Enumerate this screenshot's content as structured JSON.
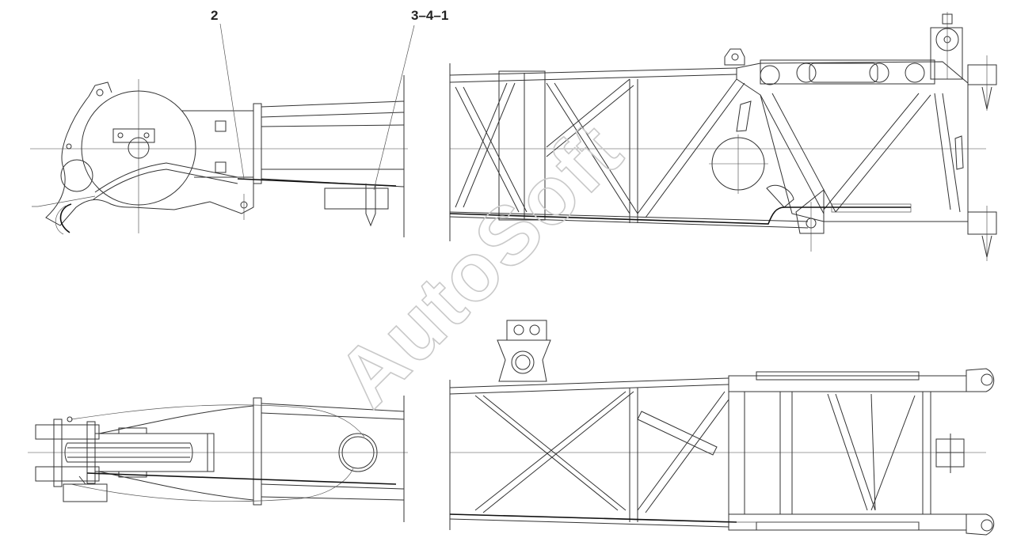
{
  "drawing": {
    "callouts": [
      {
        "id": "callout-2",
        "text": "2"
      },
      {
        "id": "callout-3-4-1",
        "text": "3–4–1"
      }
    ],
    "watermark": "AutoSoft"
  }
}
